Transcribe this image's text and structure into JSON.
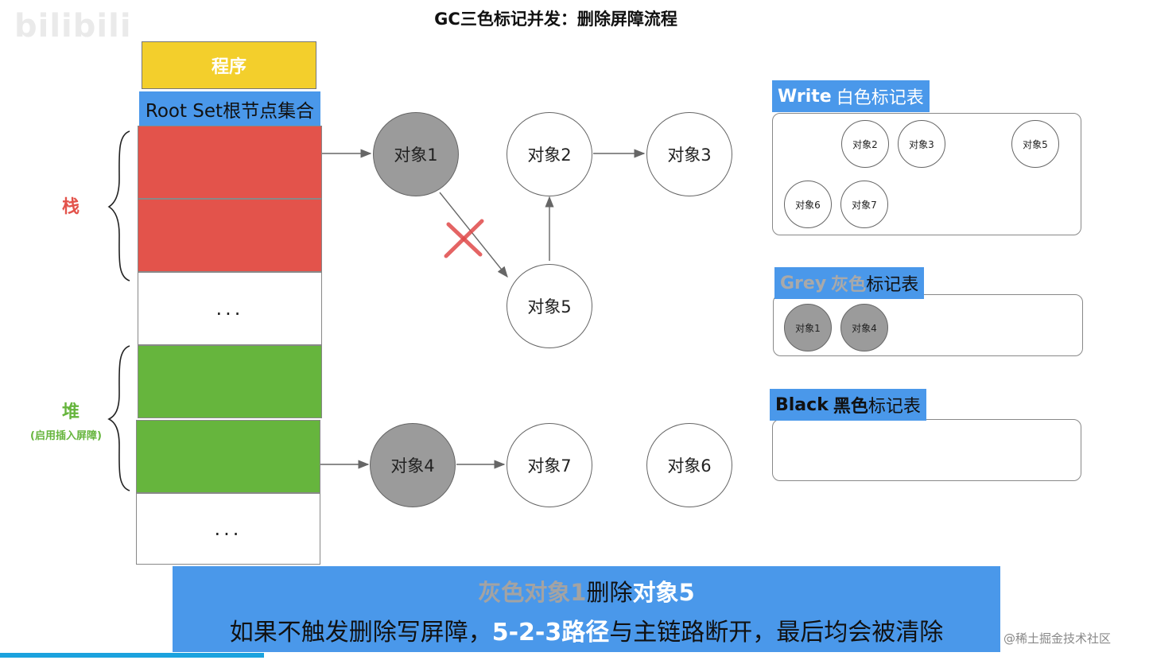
{
  "title": "GC三色标记并发：删除屏障流程",
  "watermark": "bilibili",
  "program_label": "程序",
  "root_set_label": "Root Set根节点集合",
  "stack_label": "栈",
  "heap_label": "堆",
  "heap_sublabel": "(启用插入屏障)",
  "ellipsis": "...",
  "nodes": {
    "obj1": "对象1",
    "obj2": "对象2",
    "obj3": "对象3",
    "obj5": "对象5",
    "obj4": "对象4",
    "obj7": "对象7",
    "obj6": "对象6"
  },
  "tables": {
    "white": {
      "head_en": "Write",
      "head_cn": "白色标记表",
      "items": [
        "对象2",
        "对象3",
        "对象5",
        "对象6",
        "对象7"
      ]
    },
    "grey": {
      "head_en": "Grey",
      "head_cn_color": "灰色",
      "head_cn_rest": "标记表",
      "items": [
        "对象1",
        "对象4"
      ]
    },
    "black": {
      "head_en": "Black",
      "head_cn_color": "黑色",
      "head_cn_rest": "标记表",
      "items": []
    }
  },
  "banner": {
    "l1_a": "灰色对象1",
    "l1_b": "删除",
    "l1_c": "对象5",
    "l2_a": "如果不触发删除写屏障，",
    "l2_b": "5-2-3路径",
    "l2_c": "与主链路断开，最后均会被清除"
  },
  "credit": "@稀土掘金技术社区",
  "colors": {
    "stack_red": "#e3534b",
    "heap_green": "#66b53d",
    "accent_blue": "#4a98ea",
    "program_yellow": "#f3cf2c",
    "grey_node": "#9b9b9b",
    "cross_red": "#e04a4a"
  },
  "video_progress": 0.23
}
